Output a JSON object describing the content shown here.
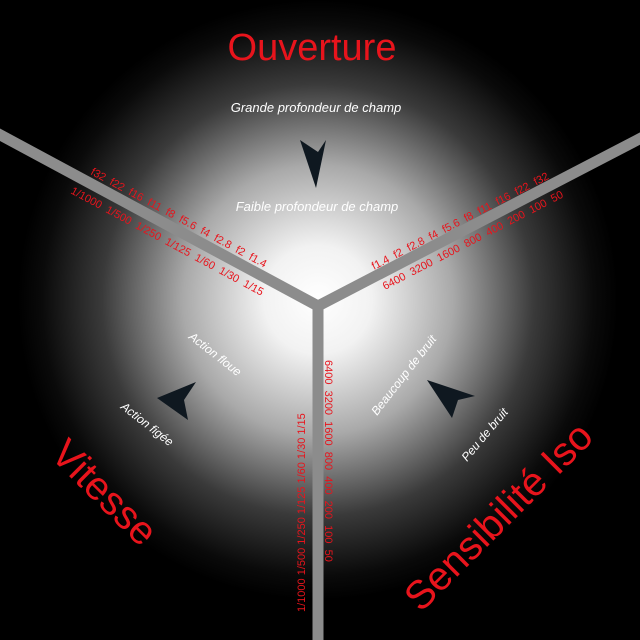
{
  "titles": {
    "top": "Ouverture",
    "left": "Vitesse",
    "right": "Sensibilité Iso"
  },
  "aperture": {
    "deep_label": "Grande profondeur de champ",
    "shallow_label": "Faible profondeur de champ",
    "scale_left": "f32  f22  f16  f11  f8  f5.6  f4  f2.8  f2  f1.4",
    "scale_right": "f1.4  f2  f2.8  f4  f5.6  f8  f11  f16  f22  f32"
  },
  "speed": {
    "blur_label": "Action floue",
    "freeze_label": "Action figée",
    "scale_left": "1/1000  1/500  1/250  1/125  1/60  1/30  1/15",
    "scale_bottom": "1/1000 1/500 1/250 1/125 1/60 1/30 1/15"
  },
  "iso": {
    "noisy_label": "Beaucoup de bruit",
    "clean_label": "Peu de bruit",
    "scale_right": "6400  3200  1600  800  400  200  100  50",
    "scale_bottom": "6400  3200  1600  800  400  200  100  50"
  },
  "colors": {
    "background": "#000000",
    "accent_red": "#e8141c",
    "divider_gray": "#8c8c8c",
    "arrow_dark": "#0f1820"
  },
  "icons": {
    "arrow_aperture": "arrowhead-down-icon",
    "arrow_speed": "arrowhead-up-left-icon",
    "arrow_iso": "arrowhead-up-right-icon"
  }
}
